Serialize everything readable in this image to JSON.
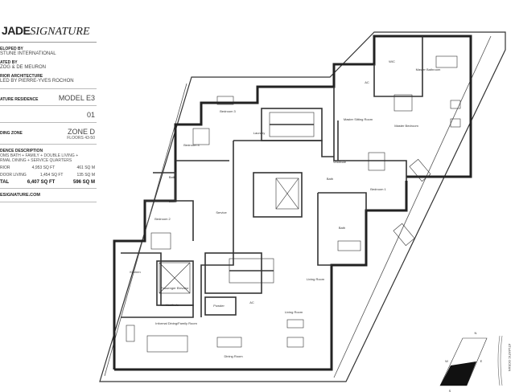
{
  "brand": {
    "bold": "JADE",
    "italic": "SIGNATURE"
  },
  "developed_by": {
    "label": "ELOPED BY",
    "value": "STUNE INTERNATIONAL"
  },
  "designed_by": {
    "label": "ATED BY",
    "value": "ZOG & DE MEURON"
  },
  "interior": {
    "label": "RIOR ARCHITECTURE",
    "value": "LED BY PIERRE-YVES ROCHON"
  },
  "residence": {
    "label": "ATURE RESIDENCE",
    "value": "MODEL E3"
  },
  "unit": {
    "value": "01"
  },
  "zone": {
    "label": "DING ZONE",
    "value": "ZONE D",
    "floors": "FLOORS 43-50"
  },
  "description": {
    "label": "DENCE DESCRIPTION",
    "line1": "OMS BATH + FAMILY + DOUBLE LIVING +",
    "line2": "RMAL DINING + SERVICE QUARTERS"
  },
  "areas": [
    {
      "label": "RIOR",
      "sqft": "4,953 SQ FT",
      "sqm": "461 SQ M"
    },
    {
      "label": "DOOR LIVING",
      "sqft": "1,454 SQ FT",
      "sqm": "135 SQ M"
    },
    {
      "label": "TAL",
      "sqft": "6,407 SQ FT",
      "sqm": "596 SQ M"
    }
  ],
  "website": "ESIGNATURE.COM",
  "rooms": {
    "wic": "WIC",
    "master_bathroom": "Master Bathroom",
    "master_sitting": "Master Sitting Room",
    "master_bedroom": "Master Bedroom",
    "vestibule_1": "Vestibule",
    "bedroom_1": "Bedroom 1",
    "bedroom_2": "Bedroom 2",
    "bedroom_3": "Bedroom 3",
    "bedroom_4": "Bedroom 4",
    "bath_1": "Bath",
    "bath_2": "Bath",
    "bath_3": "Bath",
    "bath_4": "Bath",
    "service": "Service",
    "laundry": "Laundry",
    "kitchen": "Kitchen",
    "elevator": "Passenger Elevator",
    "vestibule_2": "Vestibule",
    "family": "Informal Dining/Family Room",
    "dining": "Dining Room",
    "living_1": "Living Room",
    "living_2": "Living Room",
    "powder": "Powder",
    "ac_1": "AC",
    "ac_2": "AC"
  },
  "compass": {
    "n": "N",
    "e": "E",
    "w": "W",
    "s": "S",
    "street": "ATLANTIC OCEAN"
  }
}
